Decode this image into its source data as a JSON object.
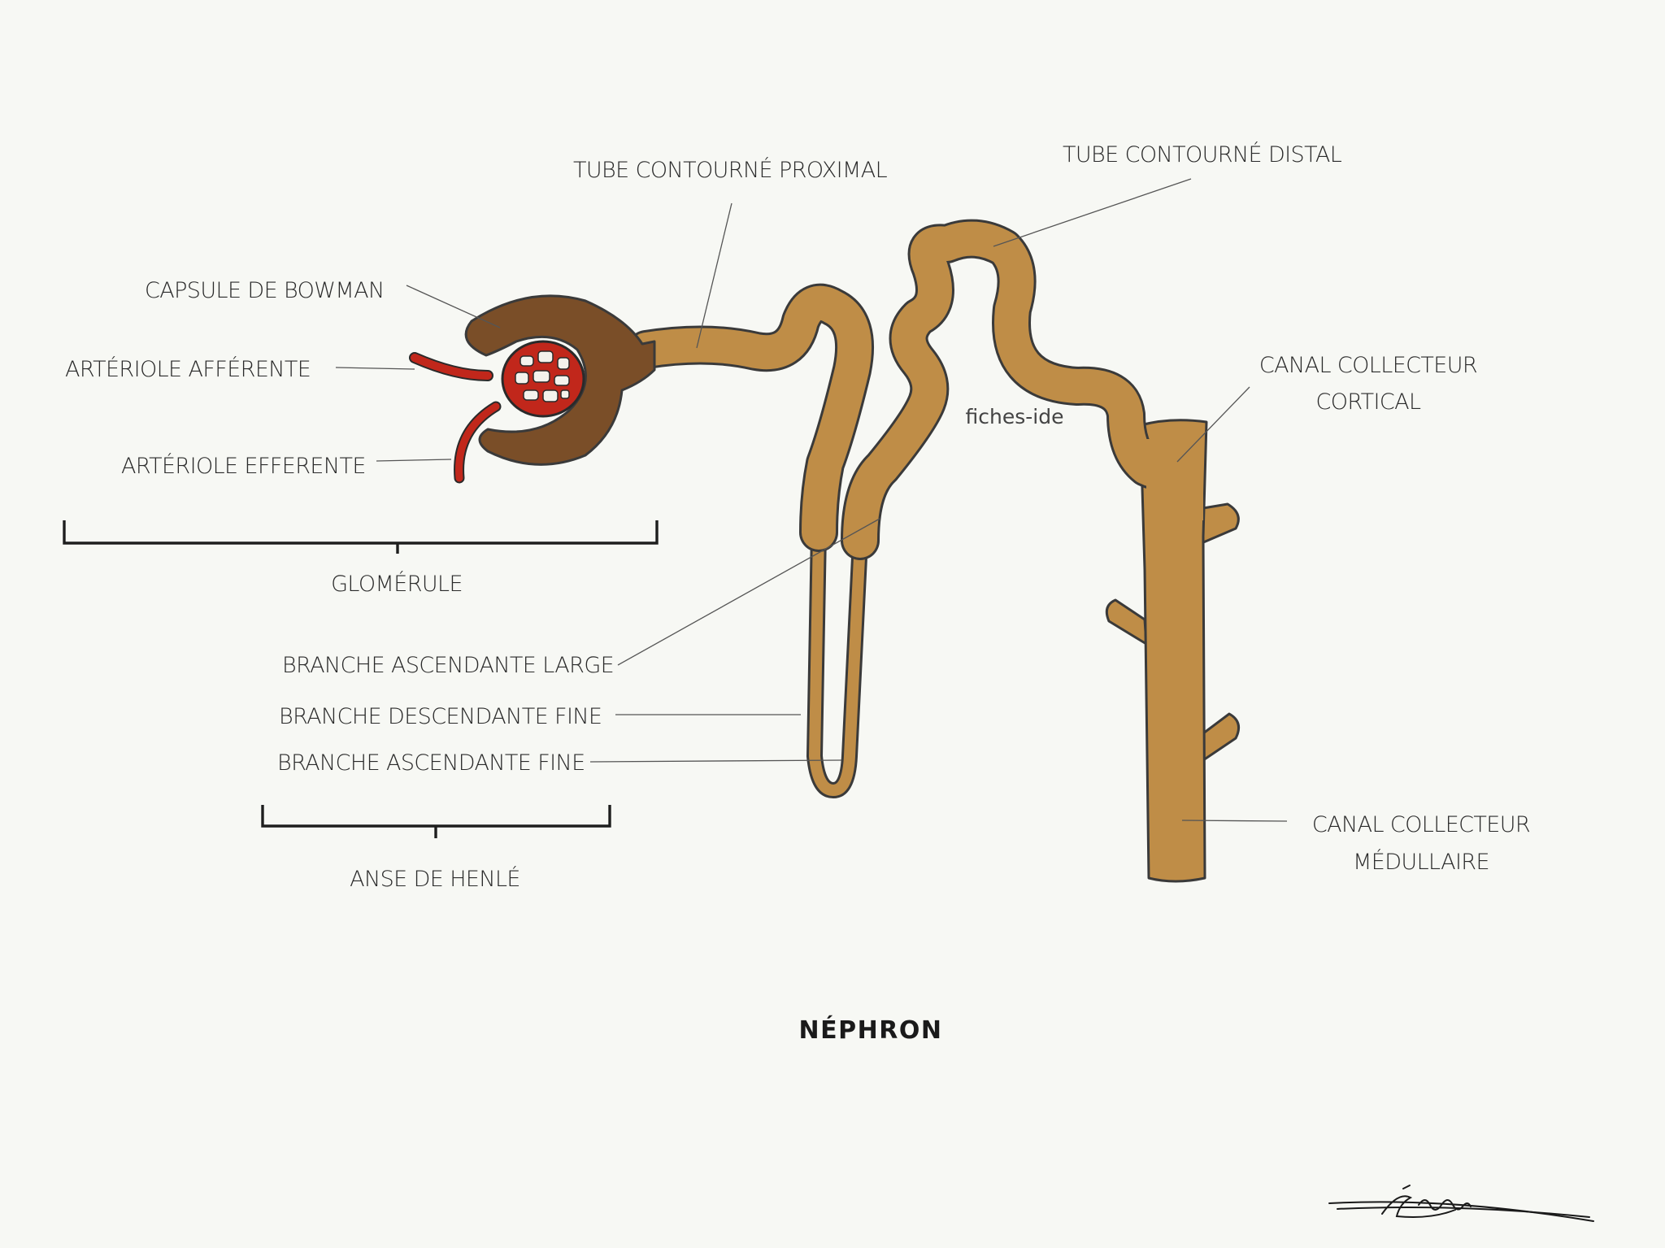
{
  "title": "NÉPHRON",
  "watermark": "fiches-ide",
  "signature": "Léona",
  "colors": {
    "background": "#f7f8f4",
    "tubule": "#bf8d47",
    "capsule": "#7a4e28",
    "arteriole": "#c1271b",
    "outline": "#3a3a3a"
  },
  "labels": {
    "capsule_bowman": "CAPSULE DE BOWMAN",
    "arteriole_afferente": "ARTÉRIOLE AFFÉRENTE",
    "arteriole_efferente": "ARTÉRIOLE EFFERENTE",
    "glomerule": "GLOMÉRULE",
    "tube_proximal": "TUBE CONTOURNÉ PROXIMAL",
    "tube_distal": "TUBE CONTOURNÉ DISTAL",
    "canal_cortical_line1": "CANAL COLLECTEUR",
    "canal_cortical_line2": "CORTICAL",
    "branche_ascendante_large": "BRANCHE ASCENDANTE LARGE",
    "branche_descendante_fine": "BRANCHE DESCENDANTE FINE",
    "branche_ascendante_fine": "BRANCHE ASCENDANTE FINE",
    "anse_henle": "ANSE DE HENLÉ",
    "canal_medullaire_line1": "CANAL COLLECTEUR",
    "canal_medullaire_line2": "MÉDULLAIRE"
  }
}
